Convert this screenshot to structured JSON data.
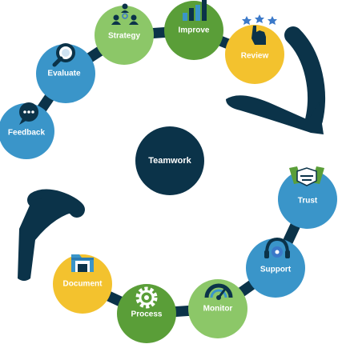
{
  "center": {
    "label": "Teamwork",
    "color": "#0b3349"
  },
  "connector_color": "#0b3349",
  "colors": {
    "blue": "#3a95c9",
    "green_light": "#8cc768",
    "green_dark": "#5a9e38",
    "yellow": "#f3c22e",
    "star": "#3b79c9"
  },
  "nodes": [
    {
      "id": "feedback",
      "label": "Feedback",
      "color": "#3a95c9",
      "icon": "speech-bubble-icon"
    },
    {
      "id": "evaluate",
      "label": "Evaluate",
      "color": "#3a95c9",
      "icon": "magnifier-icon"
    },
    {
      "id": "strategy",
      "label": "Strategy",
      "color": "#8cc768",
      "icon": "people-network-icon"
    },
    {
      "id": "improve",
      "label": "Improve",
      "color": "#5a9e38",
      "icon": "bar-chart-icon"
    },
    {
      "id": "review",
      "label": "Review",
      "color": "#f3c22e",
      "icon": "hand-stars-icon"
    },
    {
      "id": "trust",
      "label": "Trust",
      "color": "#3a95c9",
      "icon": "handshake-icon"
    },
    {
      "id": "support",
      "label": "Support",
      "color": "#3a95c9",
      "icon": "headset-icon"
    },
    {
      "id": "monitor",
      "label": "Monitor",
      "color": "#8cc768",
      "icon": "gauge-icon"
    },
    {
      "id": "process",
      "label": "Process",
      "color": "#5a9e38",
      "icon": "gear-icon"
    },
    {
      "id": "document",
      "label": "Document",
      "color": "#f3c22e",
      "icon": "folder-icon"
    }
  ]
}
